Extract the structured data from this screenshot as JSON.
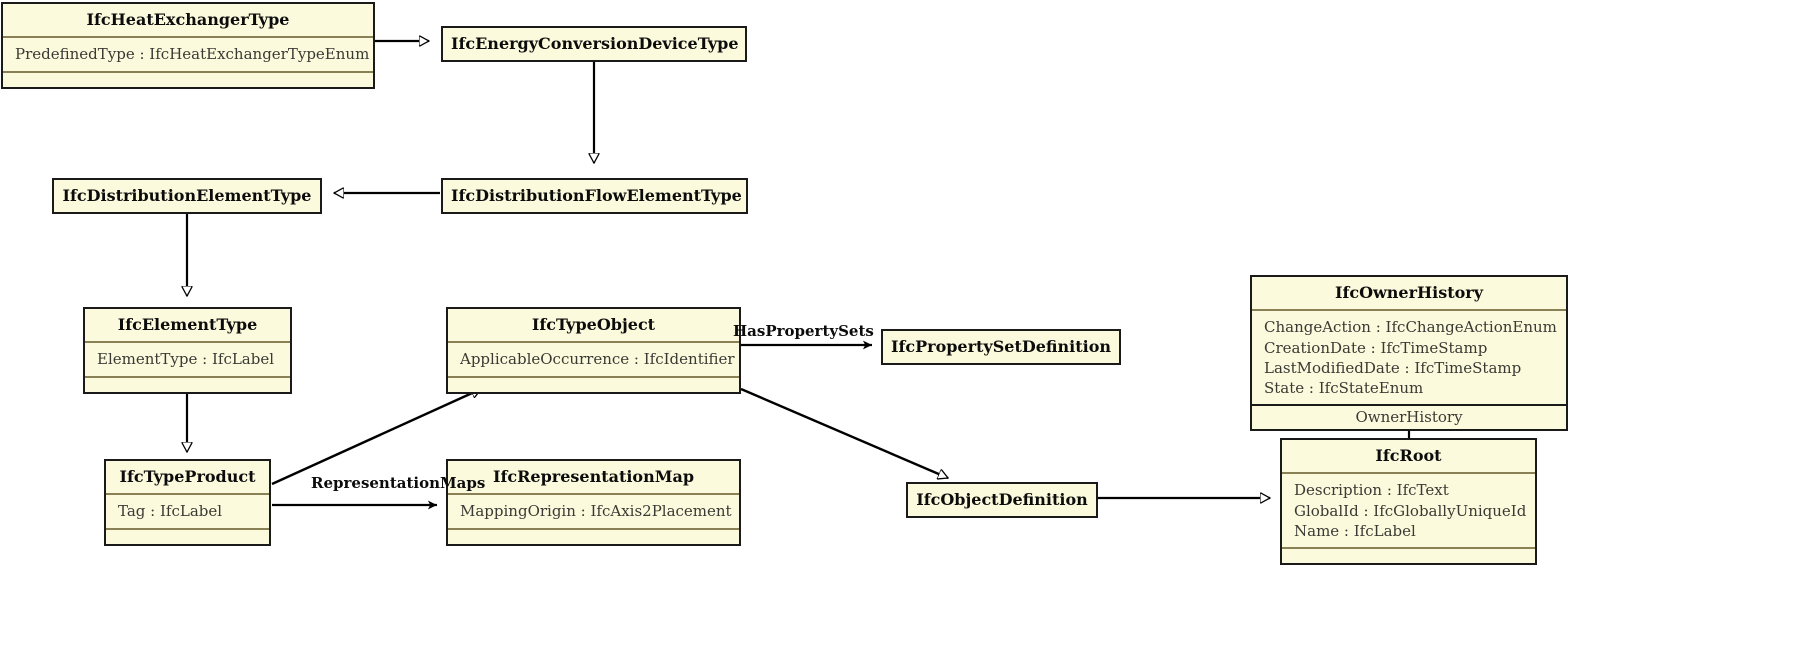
{
  "diagram": {
    "kind": "uml-class-diagram",
    "title": "IfcHeatExchangerType inheritance diagram",
    "colors": {
      "box_fill": "#fcfadd",
      "box_border": "#1a1a1a",
      "compartment_divider": "#8a8055",
      "text": "#0c0c0c",
      "attribute_text": "#3a3a34",
      "background": "#ffffff",
      "connector": "#000000"
    }
  },
  "classes": [
    {
      "id": "ifc-heat-exchanger-type",
      "name": "IfcHeatExchangerType",
      "attributes": [
        "PredefinedType : IfcHeatExchangerTypeEnum"
      ],
      "has_operations_compartment": true
    },
    {
      "id": "ifc-energy-conversion-device-type",
      "name": "IfcEnergyConversionDeviceType",
      "attributes": [],
      "has_operations_compartment": false
    },
    {
      "id": "ifc-distribution-element-type",
      "name": "IfcDistributionElementType",
      "attributes": [],
      "has_operations_compartment": false
    },
    {
      "id": "ifc-distribution-flow-element-type",
      "name": "IfcDistributionFlowElementType",
      "attributes": [],
      "has_operations_compartment": false
    },
    {
      "id": "ifc-element-type",
      "name": "IfcElementType",
      "attributes": [
        "ElementType : IfcLabel"
      ],
      "has_operations_compartment": true
    },
    {
      "id": "ifc-type-object",
      "name": "IfcTypeObject",
      "attributes": [
        "ApplicableOccurrence : IfcIdentifier"
      ],
      "has_operations_compartment": true
    },
    {
      "id": "ifc-property-set-definition",
      "name": "IfcPropertySetDefinition",
      "attributes": [],
      "has_operations_compartment": false
    },
    {
      "id": "ifc-owner-history",
      "name": "IfcOwnerHistory",
      "attributes": [
        "ChangeAction : IfcChangeActionEnum",
        "CreationDate : IfcTimeStamp",
        "LastModifiedDate : IfcTimeStamp",
        "State : IfcStateEnum"
      ],
      "role_label": "OwnerHistory",
      "has_operations_compartment": false
    },
    {
      "id": "ifc-type-product",
      "name": "IfcTypeProduct",
      "attributes": [
        "Tag : IfcLabel"
      ],
      "has_operations_compartment": true
    },
    {
      "id": "ifc-representation-map",
      "name": "IfcRepresentationMap",
      "attributes": [
        "MappingOrigin : IfcAxis2Placement"
      ],
      "has_operations_compartment": true
    },
    {
      "id": "ifc-object-definition",
      "name": "IfcObjectDefinition",
      "attributes": [],
      "has_operations_compartment": false
    },
    {
      "id": "ifc-root",
      "name": "IfcRoot",
      "attributes": [
        "Description : IfcText",
        "GlobalId : IfcGloballyUniqueId",
        "Name : IfcLabel"
      ],
      "has_operations_compartment": true
    }
  ],
  "edges": [
    {
      "id": "heatexchanger-to-energyconversion",
      "from": "ifc-heat-exchanger-type",
      "to": "ifc-energy-conversion-device-type",
      "type": "generalization",
      "arrowhead": "hollow-triangle",
      "label": ""
    },
    {
      "id": "energyconversion-to-distributionflow",
      "from": "ifc-energy-conversion-device-type",
      "to": "ifc-distribution-flow-element-type",
      "type": "generalization",
      "arrowhead": "hollow-triangle",
      "label": ""
    },
    {
      "id": "distributionflow-to-distributionelement",
      "from": "ifc-distribution-flow-element-type",
      "to": "ifc-distribution-element-type",
      "type": "generalization",
      "arrowhead": "hollow-triangle",
      "label": ""
    },
    {
      "id": "distributionelement-to-elementtype",
      "from": "ifc-distribution-element-type",
      "to": "ifc-element-type",
      "type": "generalization",
      "arrowhead": "hollow-triangle",
      "label": ""
    },
    {
      "id": "elementtype-to-typeproduct",
      "from": "ifc-element-type",
      "to": "ifc-type-product",
      "type": "generalization",
      "arrowhead": "hollow-triangle",
      "label": ""
    },
    {
      "id": "typeproduct-to-typeobject",
      "from": "ifc-type-product",
      "to": "ifc-type-object",
      "type": "generalization",
      "arrowhead": "hollow-triangle",
      "label": ""
    },
    {
      "id": "typeobject-to-propertysetdefinition",
      "from": "ifc-type-object",
      "to": "ifc-property-set-definition",
      "type": "association",
      "arrowhead": "solid",
      "label": "HasPropertySets"
    },
    {
      "id": "typeobject-to-objectdefinition",
      "from": "ifc-type-object",
      "to": "ifc-object-definition",
      "type": "generalization",
      "arrowhead": "hollow-triangle",
      "label": ""
    },
    {
      "id": "typeproduct-to-representationmap",
      "from": "ifc-type-product",
      "to": "ifc-representation-map",
      "type": "association",
      "arrowhead": "solid",
      "label": "RepresentationMaps"
    },
    {
      "id": "objectdefinition-to-root",
      "from": "ifc-object-definition",
      "to": "ifc-root",
      "type": "generalization",
      "arrowhead": "hollow-triangle",
      "label": ""
    },
    {
      "id": "root-to-ownerhistory",
      "from": "ifc-root",
      "to": "ifc-owner-history",
      "type": "association",
      "arrowhead": "solid",
      "label": ""
    }
  ]
}
